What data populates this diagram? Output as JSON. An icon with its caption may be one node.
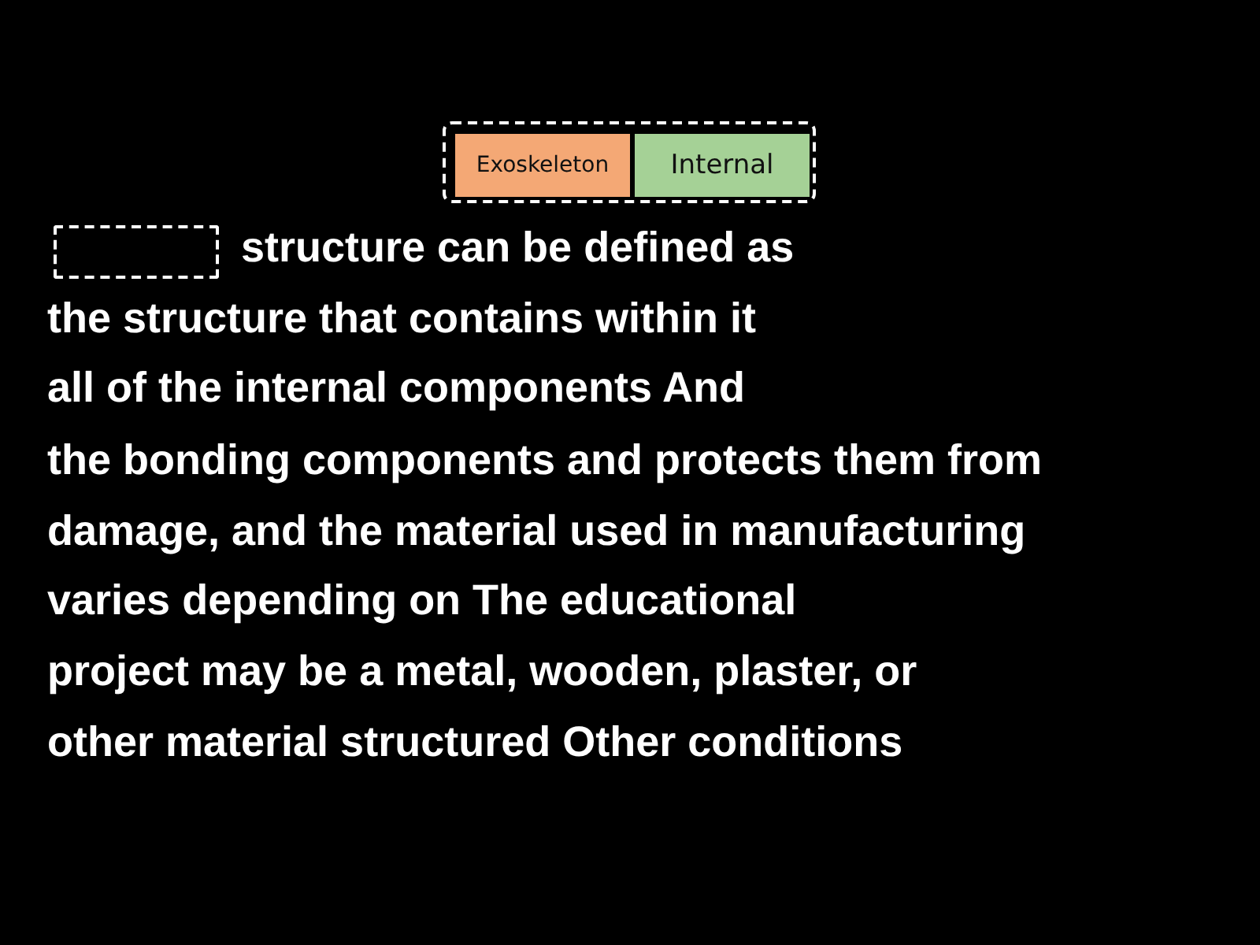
{
  "diagram": {
    "nodes": [
      {
        "text": [],
        "shape": "box"
      },
      {
        "text": [
          "Exoskeleton"
        ],
        "in": 0
      },
      {
        "text": [
          "Internal"
        ],
        "in": 0
      },
      {
        "text": [],
        "shape": "box"
      }
    ],
    "labels": [
      "structure can be defined as",
      "the structure that contains within it",
      "all of the internal components And",
      "the bonding components and protects them from",
      "damage, and the material used in manufacturing",
      "varies depending on The educational",
      "project may be a metal, wooden, plaster, or",
      "other material structured Other conditions"
    ]
  }
}
